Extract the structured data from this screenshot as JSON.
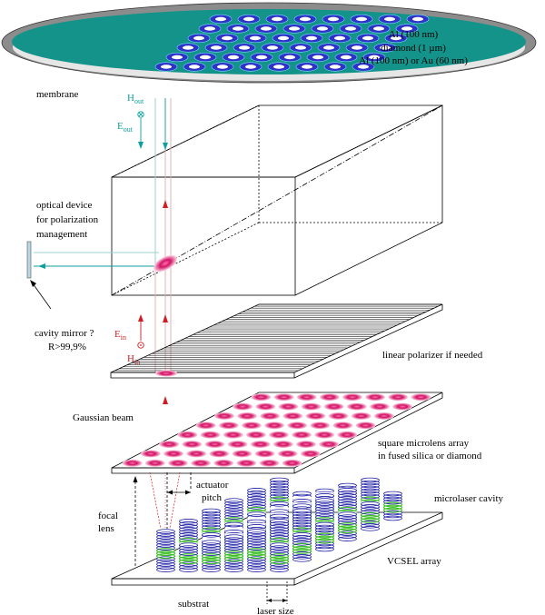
{
  "labels": {
    "membrane": "membrane",
    "membrane_layer_1": "Al (100 nm)",
    "membrane_layer_2": "diamond (1 µm)",
    "membrane_layer_3": "Al (100 nm) or Au (60 nm)",
    "h_out": "H",
    "h_out_sub": "out",
    "e_out": "E",
    "e_out_sub": "out",
    "optical_device_1": "optical device",
    "optical_device_2": "for polarization",
    "optical_device_3": "management",
    "cavity_mirror_1": "cavity mirror ?",
    "cavity_mirror_2": "R>99,9%",
    "e_in": "E",
    "e_in_sub": "in",
    "h_in": "H",
    "h_in_sub": "in",
    "linear_polarizer": "linear polarizer if needed",
    "gaussian_beam": "Gaussian beam",
    "microlens_1": "square microlens array",
    "microlens_2": "in fused silica or diamond",
    "actuator_1": "actuator",
    "actuator_2": "pitch",
    "microlaser_cavity": "microlaser cavity",
    "focal_1": "focal",
    "focal_2": "lens",
    "vcsel_array": "VCSEL array",
    "substrat": "substrat",
    "laser_size": "laser size"
  },
  "colors": {
    "membrane_fill": "#14938a",
    "membrane_rim": "#8c8c8c",
    "dot_ring": "#2e33c8",
    "dot_center": "#ffffff",
    "output_label": "#0f9e9e",
    "beam_red": "#d11c24",
    "spot_magenta": "#d01466",
    "coil_blue": "#1f1fa6",
    "coil_green": "#3fbf2a"
  }
}
